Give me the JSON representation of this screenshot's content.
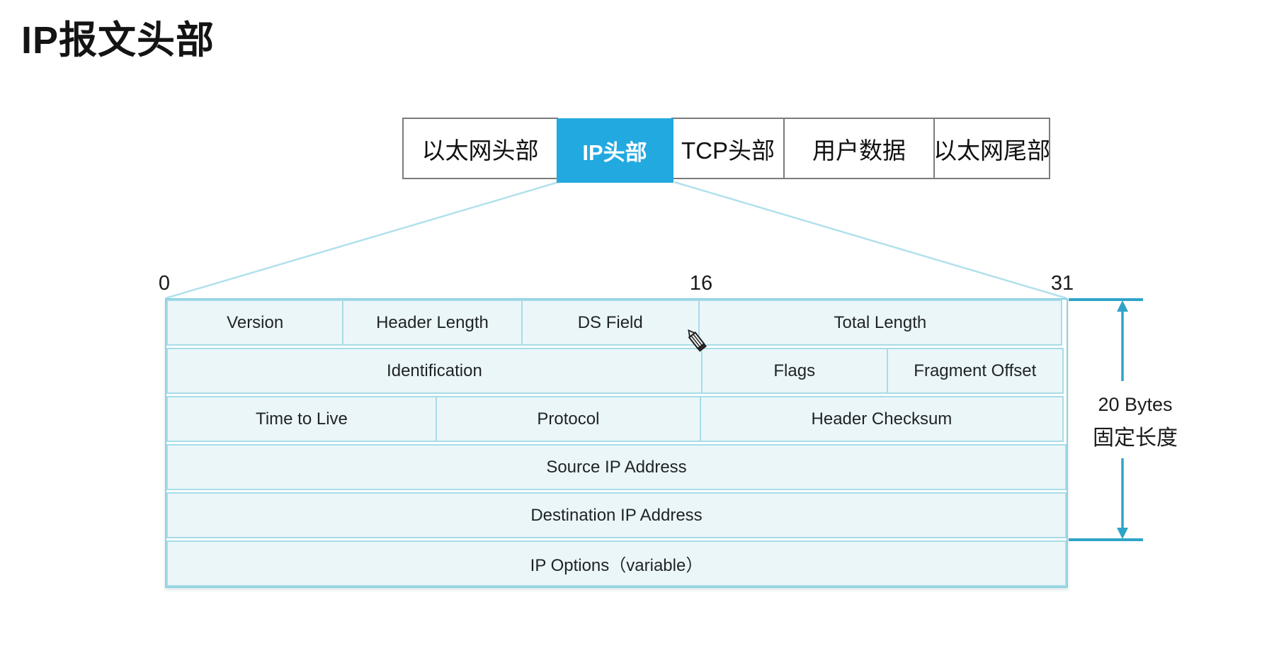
{
  "page": {
    "title": "IP报文头部"
  },
  "packet_bar": {
    "segments": [
      {
        "label": "以太网头部",
        "highlighted": false
      },
      {
        "label": "IP头部",
        "highlighted": true
      },
      {
        "label": "TCP头部",
        "highlighted": false
      },
      {
        "label": "用户数据",
        "highlighted": false
      },
      {
        "label": "以太网尾部",
        "highlighted": false
      }
    ],
    "highlight_color": "#22a9e0"
  },
  "bit_ruler": {
    "start": "0",
    "middle": "16",
    "end": "31"
  },
  "ip_header_table": {
    "rows": [
      {
        "cells": [
          {
            "label": "Version"
          },
          {
            "label": "Header Length"
          },
          {
            "label": "DS Field"
          },
          {
            "label": "Total Length"
          }
        ]
      },
      {
        "cells": [
          {
            "label": "Identification"
          },
          {
            "label": "Flags"
          },
          {
            "label": "Fragment Offset"
          }
        ]
      },
      {
        "cells": [
          {
            "label": "Time to Live"
          },
          {
            "label": "Protocol"
          },
          {
            "label": "Header Checksum"
          }
        ]
      },
      {
        "cells": [
          {
            "label": "Source IP Address"
          }
        ]
      },
      {
        "cells": [
          {
            "label": "Destination IP Address"
          }
        ]
      },
      {
        "cells": [
          {
            "label": "IP Options（variable）"
          }
        ]
      }
    ],
    "cell_fill": "#ebf6f9",
    "cell_border": "#a8dce8"
  },
  "size_annotation": {
    "line1": "20 Bytes",
    "line2": "固定长度",
    "arrow_color": "#2fa4c8"
  }
}
